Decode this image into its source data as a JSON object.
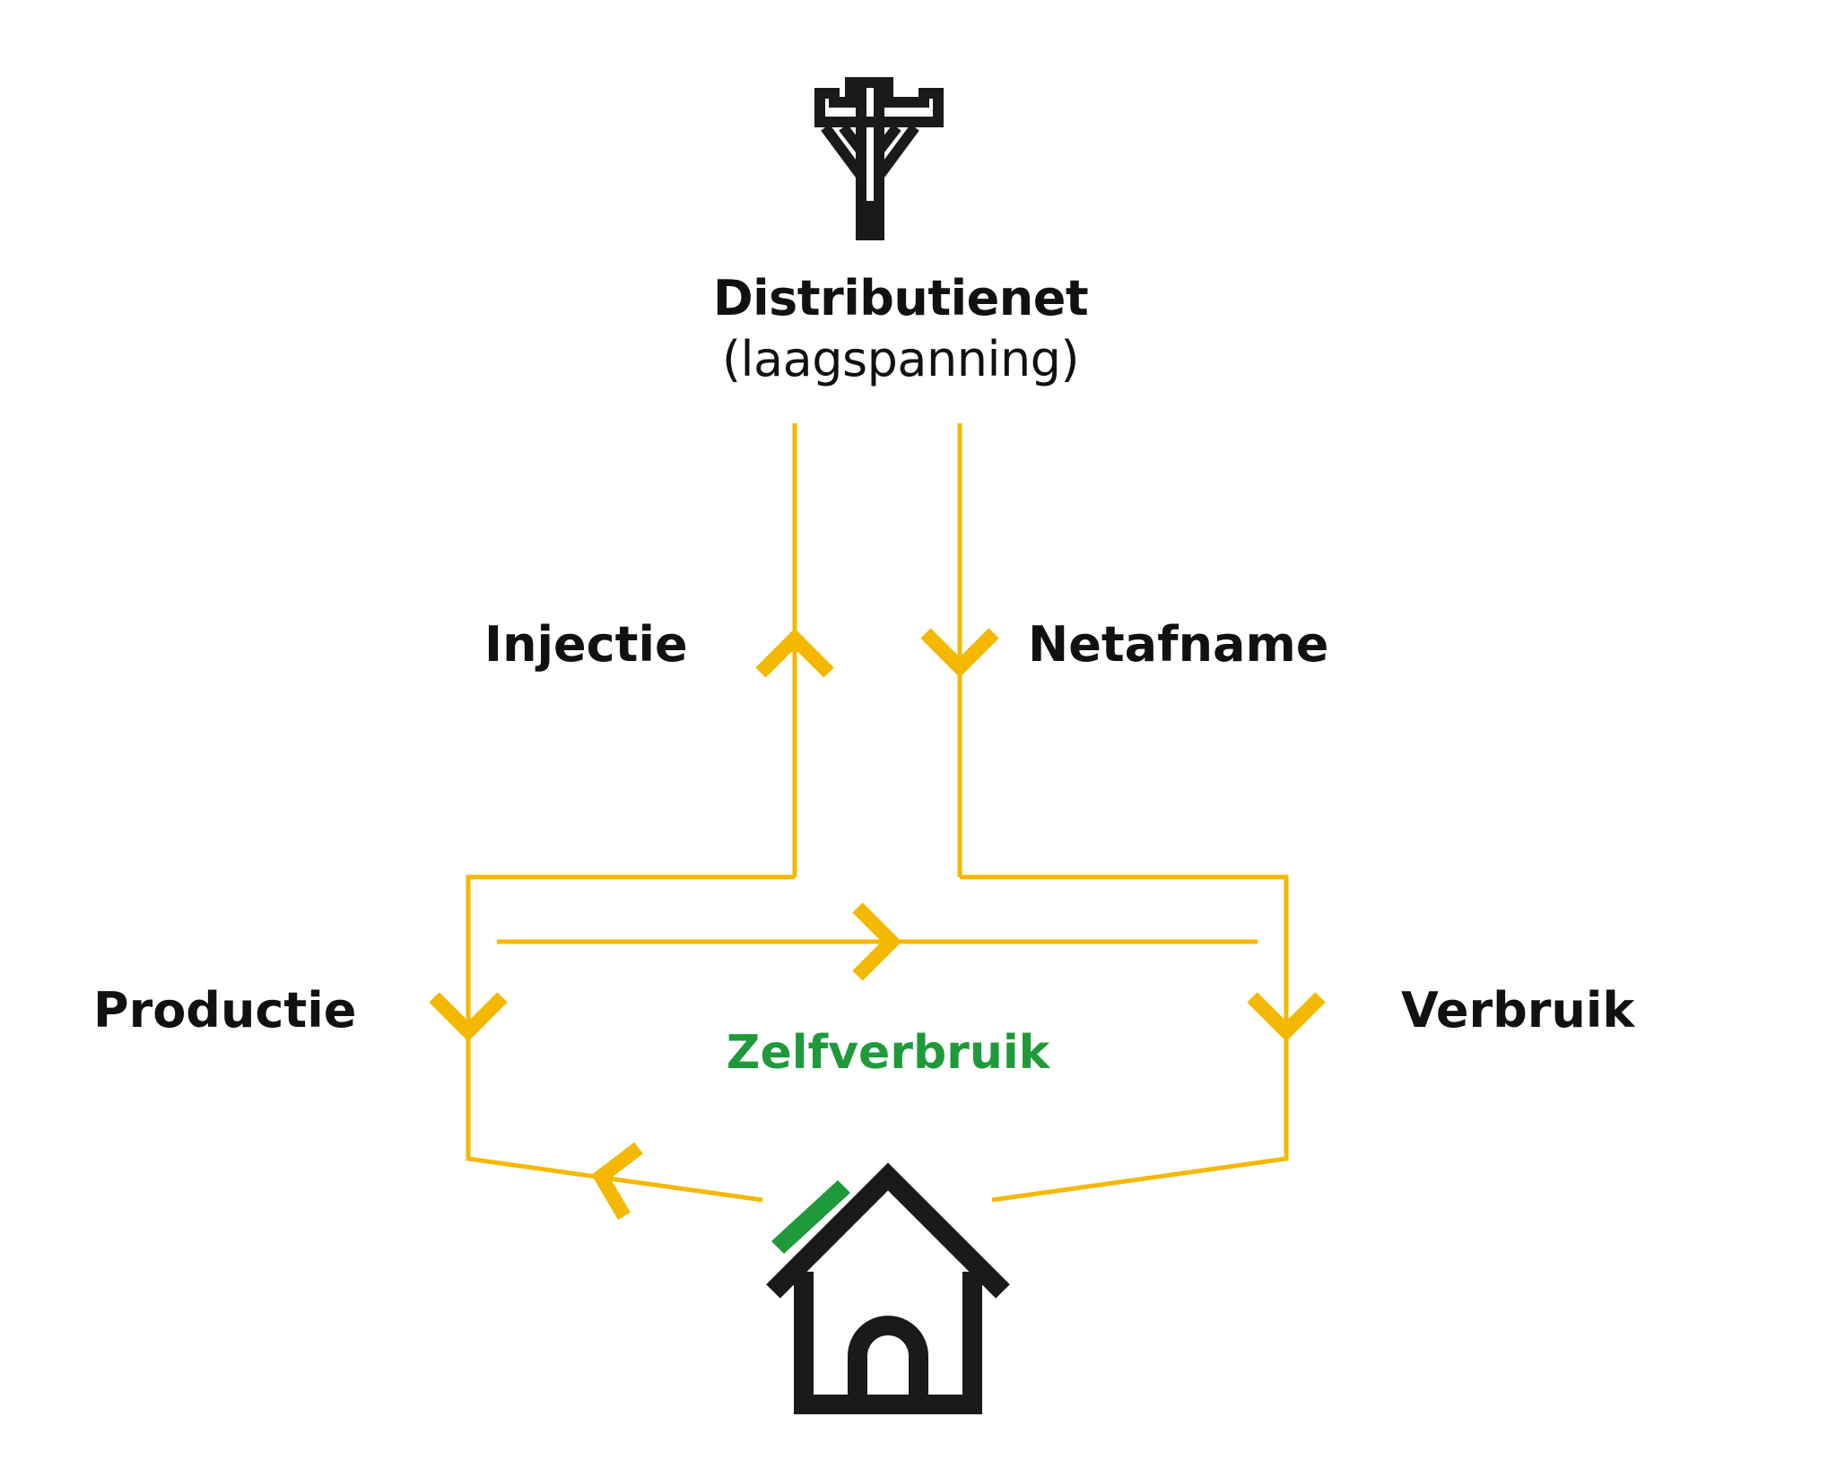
{
  "diagram": {
    "grid": {
      "title": "Distributienet",
      "subtitle": "(laagspanning)",
      "icon": "power-pole-icon"
    },
    "flows": {
      "injection": "Injectie",
      "grid_offtake": "Netafname",
      "production": "Productie",
      "consumption": "Verbruik",
      "self_consumption": "Zelfverbruik"
    },
    "house": {
      "icon": "house-with-solar-panel-icon"
    }
  },
  "colors": {
    "flow_line": "#F5B800",
    "text": "#111111",
    "accent_green": "#1E9A3A",
    "icon": "#1A1A1A"
  }
}
